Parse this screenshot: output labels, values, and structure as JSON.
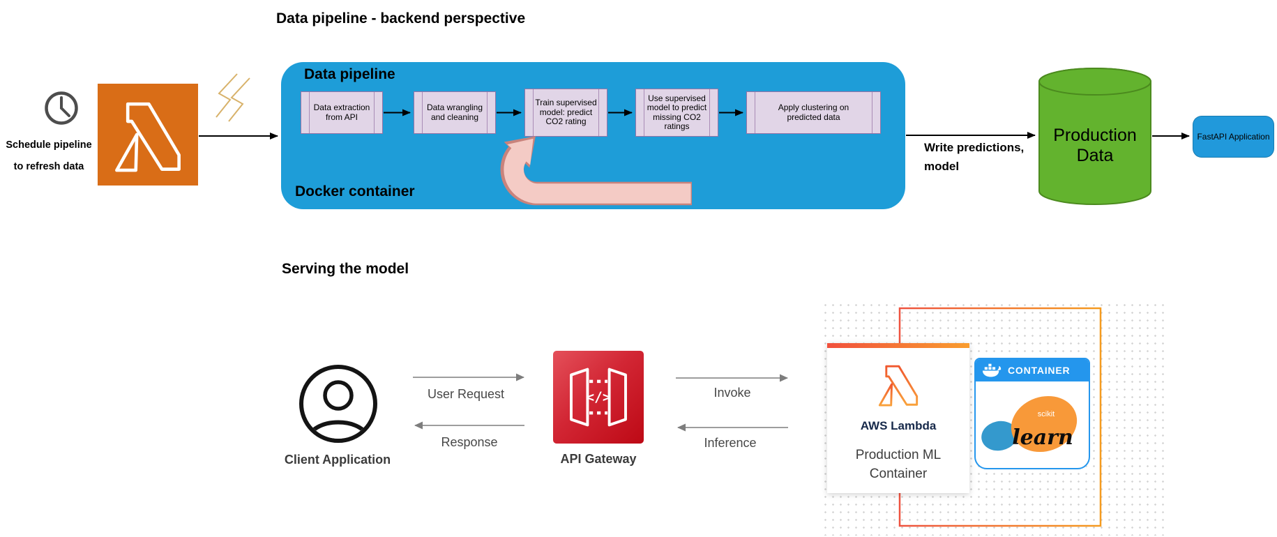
{
  "titles": {
    "backend": "Data pipeline - backend perspective",
    "serving": "Serving the model"
  },
  "scheduler": {
    "caption": "Schedule pipeline\nto refresh data"
  },
  "pipeline": {
    "container_title": "Data pipeline",
    "container_subtitle": "Docker container",
    "steps": [
      {
        "label": "Data extraction\nfrom API"
      },
      {
        "label": "Data wrangling\nand cleaning"
      },
      {
        "label": "Train supervised\nmodel: predict\nCO2 rating"
      },
      {
        "label": "Use supervised\nmodel to predict\nmissing CO2\nratings"
      },
      {
        "label": "Apply clustering on\npredicted data"
      }
    ],
    "output_note": "Write predictions,\nmodel"
  },
  "production_data": {
    "label": "Production\nData"
  },
  "fastapi": {
    "label": "FastAPI Application"
  },
  "serving": {
    "client_label": "Client Application",
    "user_request": "User Request",
    "response": "Response",
    "invoke": "Invoke",
    "inference": "Inference",
    "api_gateway_label": "API Gateway",
    "gateway_glyph": "</>",
    "lambda_card": {
      "title": "AWS Lambda",
      "subtitle": "Production ML\nContainer"
    },
    "container_card": {
      "header": "CONTAINER",
      "scikit_top": "scikit",
      "scikit_script": "learn"
    }
  },
  "colors": {
    "pipeline_blue": "#1E9DD8",
    "step_fill": "#E1D5E7",
    "step_border": "#9673A6",
    "lambda_orange": "#D96D17",
    "production_green": "#63B32E",
    "pink_arrow": "#F4CBC5",
    "docker_blue": "#2496ED",
    "gateway_red": "#BD0915",
    "aws_gradient_start": "#F1503C",
    "aws_gradient_end": "#F99D2E",
    "scikit_orange": "#F89939",
    "scikit_blue": "#3499CD"
  }
}
